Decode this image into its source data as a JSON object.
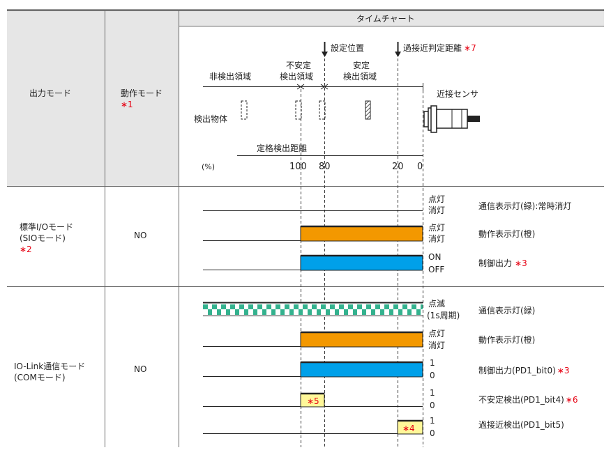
{
  "header": {
    "col1": "出力モード",
    "col2_line1": "動作モード",
    "col2_note": "∗1",
    "col3": "タイムチャート"
  },
  "diagram": {
    "set_position": "設定位置",
    "over_proximity_label": "過接近判定距離",
    "over_proximity_note": "∗7",
    "non_detect_region": "非検出領域",
    "unstable_line1": "不安定",
    "unstable_line2": "検出領域",
    "stable_line1": "安定",
    "stable_line2": "検出領域",
    "sensor_label": "近接センサ",
    "object_label": "検出物体",
    "rated_distance": "定格検出距離",
    "percent_unit": "(%)",
    "tick_100": "100",
    "tick_80": "80",
    "tick_20": "20",
    "tick_0": "0"
  },
  "rows": {
    "sio": {
      "mode_line1": "標準I/Oモード",
      "mode_line2": "(SIOモード)",
      "mode_note": "∗2",
      "op_mode": "NO",
      "sig1_on": "点灯",
      "sig1_off": "消灯",
      "sig1_desc": "通信表示灯(緑):常時消灯",
      "sig2_on": "点灯",
      "sig2_off": "消灯",
      "sig2_desc": "動作表示灯(橙)",
      "sig3_on": "ON",
      "sig3_off": "OFF",
      "sig3_desc": "制御出力",
      "sig3_note": "∗3"
    },
    "iolink": {
      "mode_line1": "IO-Link通信モード",
      "mode_line2": "(COMモード)",
      "op_mode": "NO",
      "sig1_on": "点滅",
      "sig1_off": "(1s周期)",
      "sig1_desc": "通信表示灯(緑)",
      "sig2_on": "点灯",
      "sig2_off": "消灯",
      "sig2_desc": "動作表示灯(橙)",
      "sig3_on": "1",
      "sig3_off": "0",
      "sig3_desc": "制御出力(PD1_bit0)",
      "sig3_note": "∗3",
      "sig4_on": "1",
      "sig4_off": "0",
      "sig4_desc": "不安定検出(PD1_bit4)",
      "sig4_note": "∗6",
      "sig4_marker": "∗5",
      "sig5_on": "1",
      "sig5_off": "0",
      "sig5_desc": "過接近検出(PD1_bit5)",
      "sig5_marker": "∗4"
    }
  },
  "colors": {
    "header_bg": "#e6e6e6",
    "orange": "#f39800",
    "blue": "#00a0e9",
    "teal": "#33b28e",
    "marker_yellow": "#fff799",
    "note_red": "#e60012"
  }
}
